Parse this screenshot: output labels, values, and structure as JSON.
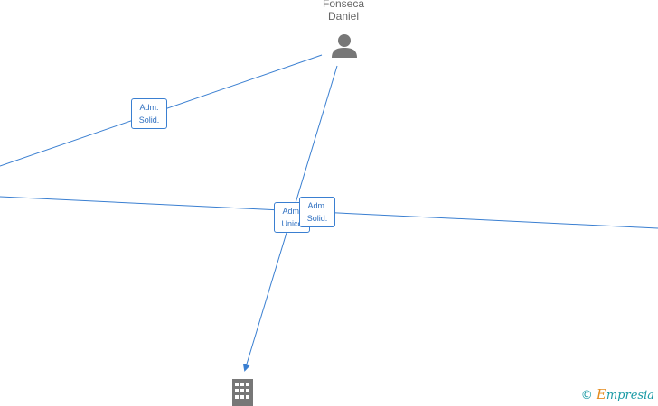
{
  "nodes": {
    "person": {
      "name_line1": "Fonseca",
      "name_line2": "Daniel",
      "icon": "person-icon"
    },
    "company": {
      "icon": "building-icon"
    }
  },
  "edge_labels": [
    {
      "line1": "Adm.",
      "line2": "Solid."
    },
    {
      "line1": "Adm.",
      "line2": "Unico"
    },
    {
      "line1": "Adm.",
      "line2": "Solid."
    }
  ],
  "watermark": {
    "copyright": "©",
    "brand_e": "E",
    "brand_rest": "mpresia"
  },
  "colors": {
    "edge": "#3a7fd1",
    "icon": "#777777",
    "brand": "#1a9aa5"
  }
}
